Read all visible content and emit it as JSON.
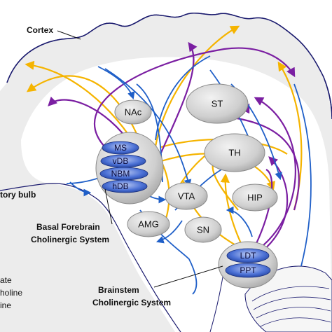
{
  "diagram": {
    "labels": {
      "cortex": "Cortex",
      "olfactory_bulb": "tory bulb",
      "basal_forebrain_line1": "Basal Forebrain",
      "basal_forebrain_line2": "Cholinergic System",
      "brainstem_line1": "Brainstem",
      "brainstem_line2": "Cholinergic System"
    },
    "nodes": {
      "nac": "NAc",
      "st": "ST",
      "th": "TH",
      "vta": "VTA",
      "hip": "HIP",
      "amg": "AMG",
      "sn": "SN"
    },
    "basal_forebrain_nuclei": [
      "MS",
      "vDB",
      "NBM",
      "hDB"
    ],
    "brainstem_nuclei": [
      "LDT",
      "PPT"
    ],
    "legend_fragments": [
      "ate",
      "holine",
      "ine"
    ],
    "colors": {
      "purple": "#7b1fa2",
      "yellow": "#f5b400",
      "blue": "#1f5fc8",
      "nucleus_blue": "#2a56b8",
      "outline": "#1a1a6e"
    }
  }
}
